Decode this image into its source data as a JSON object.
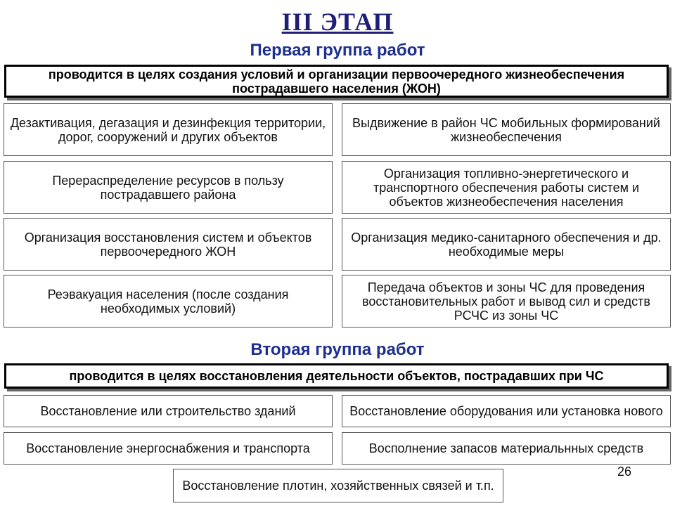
{
  "title": "III ЭТАП",
  "group1": {
    "title": "Первая группа работ",
    "header": "проводится в целях создания условий и организации первоочередного жизнеобеспечения пострадавшего населения (ЖОН)",
    "left": [
      "Дезактивация, дегазация и дезинфекция территории, дорог, сооружений и других объектов",
      "Перераспределение ресурсов в пользу пострадавшего района",
      "Организация восстановления систем и объектов первоочередного ЖОН",
      "Реэвакуация населения (после создания необходимых условий)"
    ],
    "right": [
      "Выдвижение в район ЧС мобильных формирований жизнеобеспечения",
      "Организация топливно-энергетического и транспортного обеспечения работы систем и объектов жизнеобеспечения населения",
      "Организация медико-санитарного обеспечения и др. необходимые меры",
      "Передача объектов и зоны ЧС для проведения восстановительных работ и вывод сил и средств РСЧС из зоны ЧС"
    ]
  },
  "group2": {
    "title": "Вторая группа работ",
    "header": "проводится в целях восстановления деятельности объектов, пострадавших при ЧС",
    "left": [
      "Восстановление или строительство зданий",
      "Восстановление энергоснабжения и транспорта"
    ],
    "right": [
      "Восстановление оборудования или установка нового",
      "Восполнение запасов материальнных средств"
    ],
    "bottom": "Восстановление плотин, хозяйственных связей и т.п."
  },
  "page_number": "26"
}
